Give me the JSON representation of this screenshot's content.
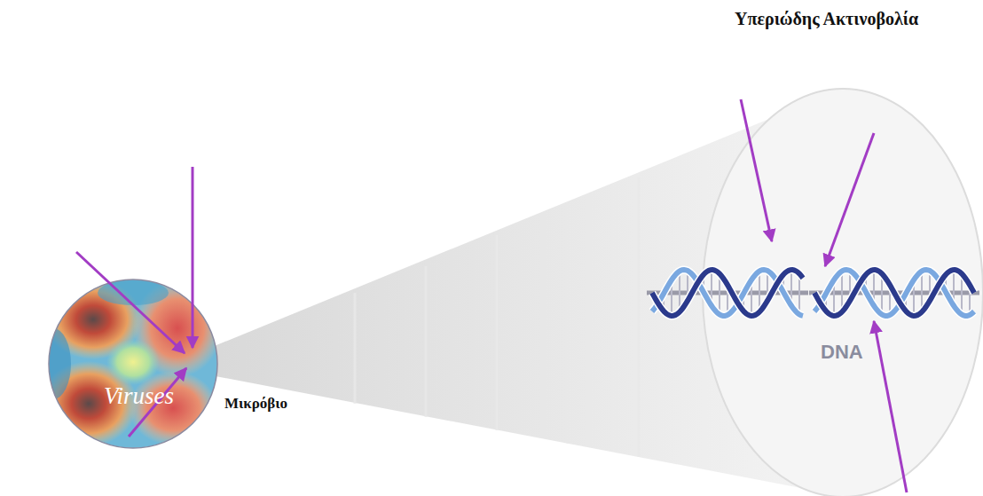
{
  "diagram": {
    "nodes": [
      {
        "text": [
          "Viruses",
          "Μικρόβιο"
        ]
      },
      {
        "text": [
          "DNA"
        ]
      }
    ],
    "labels": [
      "Υπεριώδης Ακτινοβολία"
    ]
  }
}
